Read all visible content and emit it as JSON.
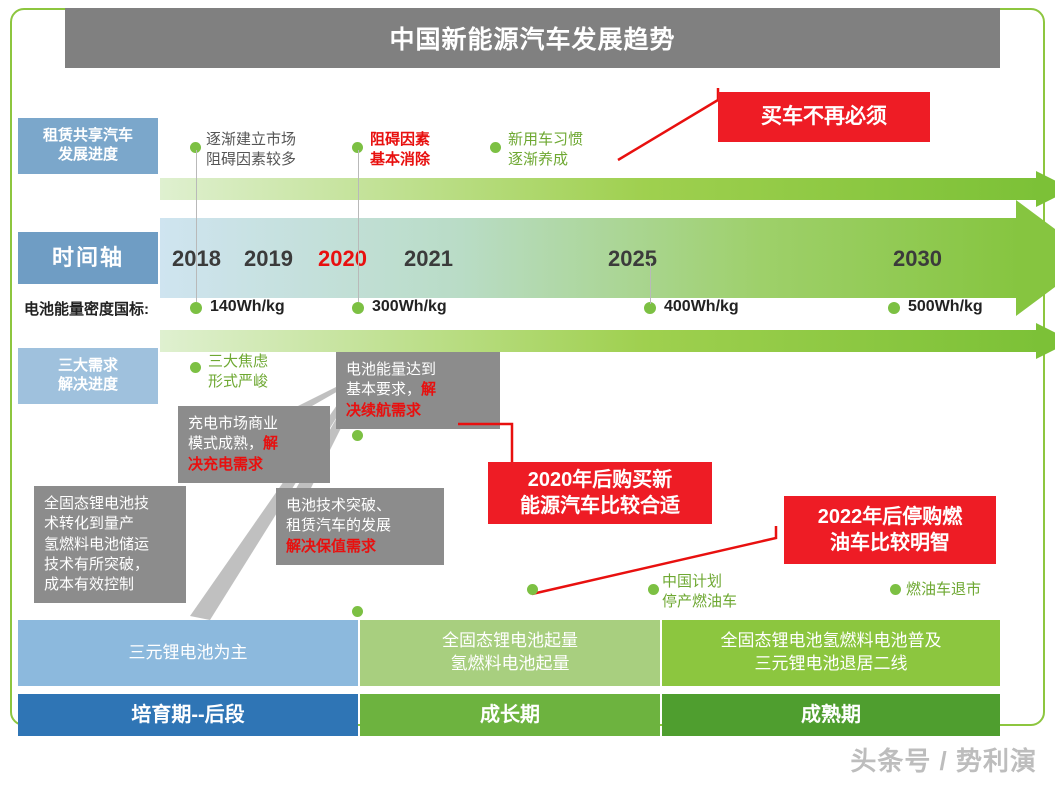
{
  "title": "中国新能源汽车发展趋势",
  "row_labels": {
    "share": "租赁共享汽车\n发展进度",
    "share_line1": "租赁共享汽车",
    "share_line2": "发展进度",
    "timeline": "时间轴",
    "demand_line1": "三大需求",
    "demand_line2": "解决进度"
  },
  "years": [
    "2018",
    "2019",
    "2020",
    "2021",
    "2025",
    "2030"
  ],
  "highlight_year": "2020",
  "battery_label": "电池能量密度国标:",
  "battery_values": [
    "140Wh/kg",
    "300Wh/kg",
    "400Wh/kg",
    "500Wh/kg"
  ],
  "share_notes": [
    {
      "line1": "逐渐建立市场",
      "line2": "阻碍因素较多",
      "color": "gray"
    },
    {
      "line1": "阻碍因素",
      "line2": "基本消除",
      "color": "red"
    },
    {
      "line1": "新用车习惯",
      "line2": "逐渐养成",
      "color": "green"
    }
  ],
  "demand_notes": [
    {
      "line1": "三大焦虑",
      "line2": "形式严峻",
      "color": "green"
    },
    {
      "line1": "充电市场商业",
      "line2": "模式成熟，",
      "em2": "解",
      "line3": "决充电需求",
      "box": true
    },
    {
      "line1": "电池能量达到",
      "line2": "基本要求，",
      "em2": "解",
      "line3": "决续航需求",
      "box": true
    },
    {
      "line1": "电池技术突破、",
      "line2": "租赁汽车的发展",
      "line3": "解决保值需求",
      "box": true
    },
    {
      "line1": "全固态锂电池技",
      "line2": "术转化到量产",
      "line3": "氢燃料电池储运",
      "line4": "技术有所突破，",
      "line5": "成本有效控制",
      "box": true
    }
  ],
  "oil_notes": [
    {
      "line1": "中国计划",
      "line2": "停产燃油车"
    },
    {
      "line1": "燃油车退市"
    }
  ],
  "red_boxes": [
    {
      "line1": "买车不再必须"
    },
    {
      "line1": "2020年后购买新",
      "line2": "能源汽车比较合适"
    },
    {
      "line1": "2022年后停购燃",
      "line2": "油车比较明智"
    }
  ],
  "stages_tech": [
    {
      "line1": "三元锂电池为主"
    },
    {
      "line1": "全固态锂电池起量",
      "line2": "氢燃料电池起量"
    },
    {
      "line1": "全固态锂电池氢燃料电池普及",
      "line2": "三元锂电池退居二线"
    }
  ],
  "stages_phase": [
    "培育期--后段",
    "成长期",
    "成熟期"
  ],
  "watermark": "头条号 / 势利演",
  "colors": {
    "accent_red": "#ee1c25",
    "green": "#8cc63f",
    "blue": "#2f75b5",
    "title_bar": "#808080"
  }
}
